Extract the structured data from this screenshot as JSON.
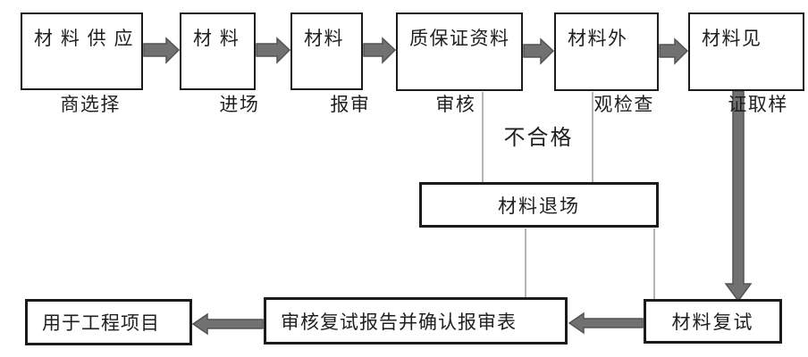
{
  "flow": {
    "supplier_selection": {
      "line1": "材 料 供 应",
      "line2": "商选择"
    },
    "material_entry": {
      "line1": "材 料",
      "line2": "进场"
    },
    "material_report": {
      "line1": "材料",
      "line2": "报审"
    },
    "qa_document_review": {
      "line1": "质保证资料",
      "line2": "审核"
    },
    "appearance_inspection": {
      "line1": "材料外",
      "line2": "观检查"
    },
    "witness_sampling": {
      "line1": "材料见",
      "line2": "证取样"
    },
    "material_exit": "材料退场",
    "material_retest": "材料复试",
    "review_retest_report": "审核复试报告并确认报审表",
    "used_in_project": "用于工程项目"
  },
  "labels": {
    "unqualified": "不合格"
  },
  "colors": {
    "background": "#ffffff",
    "box_border": "#1b1b1b",
    "arrow_fill": "#717171",
    "arrow_stroke": "#535353",
    "connector_line": "#9a9a9a",
    "text": "#1f1f1f"
  }
}
